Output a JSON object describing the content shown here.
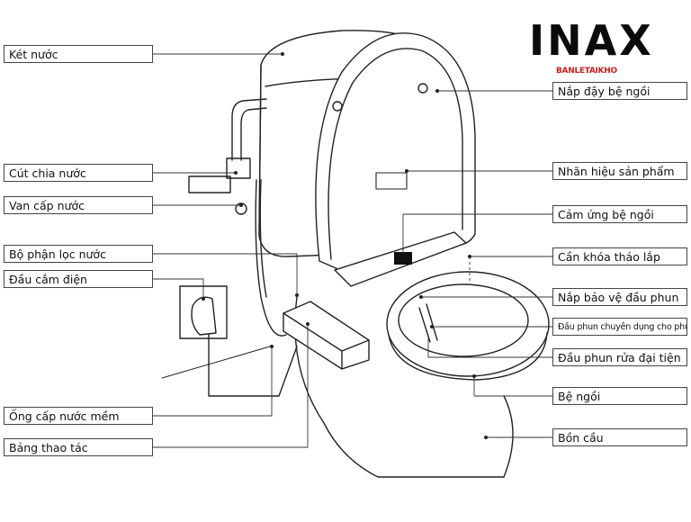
{
  "brand": {
    "logo_text": "INAX",
    "site_text": "BANLETAIKHO"
  },
  "labels": {
    "ket_nuoc": "Két nước",
    "cut_chia_nuoc": "Cút chia nước",
    "van_cap_nuoc": "Van cấp nước",
    "bo_phan_loc_nuoc": "Bộ phận lọc nước",
    "dau_cam_dien": "Đầu cắm điện",
    "ong_cap_nuoc_mem": "Ống cấp nước mềm",
    "bang_thao_tac": "Bảng thao tác",
    "nap_day_be_ngoi": "Nắp đậy bệ ngồi",
    "nhan_hieu_san_pham": "Nhãn hiệu sản phẩm",
    "cam_ung_be_ngoi": "Cảm ứng bệ ngồi",
    "can_khoa_thao_lap": "Cần khóa tháo lắp",
    "nap_bao_ve_dau_phun": "Nắp bảo vệ đầu phun",
    "dau_phun_phu_nu": "Đầu phun chuyên dụng cho phụ nữ",
    "dau_phun_dai_tien": "Đầu phun rửa đại tiện",
    "be_ngoi": "Bệ ngồi",
    "bon_cau": "Bồn cầu"
  }
}
